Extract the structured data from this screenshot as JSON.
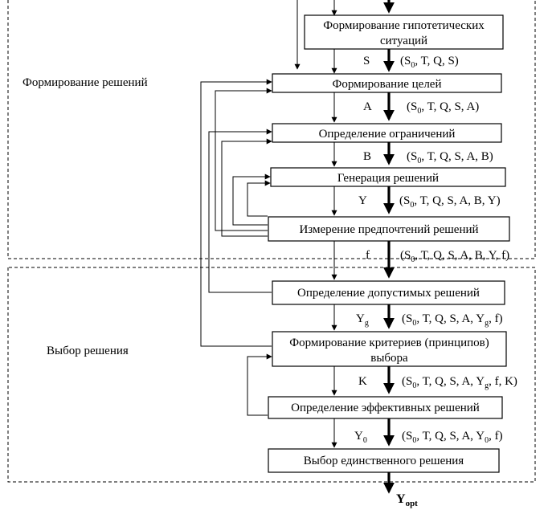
{
  "stages": {
    "formation": "Формирование решений",
    "choice": "Выбор решения"
  },
  "boxes": {
    "hypo": [
      "Формирование гипотетических",
      "ситуаций"
    ],
    "goals": "Формирование целей",
    "limits": "Определение ограничений",
    "gen": "Генерация решений",
    "pref": "Измерение предпочтений решений",
    "admissible": "Определение допустимых решений",
    "criteria": [
      "Формирование критериев (принципов)",
      "выбора"
    ],
    "effective": "Определение эффективных решений",
    "single": "Выбор единственного решения"
  },
  "flows": {
    "s": "S",
    "a": "A",
    "b": "B",
    "y": "Y",
    "f": "f",
    "yg": [
      "Y",
      "g"
    ],
    "k": "K",
    "y0": [
      "Y",
      "0"
    ],
    "yopt": [
      "Y",
      "opt"
    ]
  },
  "tuples": {
    "t1": [
      "(S",
      "0",
      ", T, Q, S)"
    ],
    "t2": [
      "(S",
      "0",
      ", T, Q, S, A)"
    ],
    "t3": [
      "(S",
      "0",
      ", T, Q, S, A, B)"
    ],
    "t4": [
      "(S",
      "0",
      ", T, Q, S, A, B, Y)"
    ],
    "t5": [
      "(S",
      "0",
      ", T, Q, S, A, B, Y, f)"
    ],
    "t6": [
      "(S",
      "0",
      ", T, Q, S, A, Y",
      "g",
      ", f)"
    ],
    "t7": [
      "(S",
      "0",
      ", T, Q, S, A, Y",
      "g",
      ", f, K)"
    ],
    "t8": [
      "(S",
      "0",
      ", T, Q, S, A, Y",
      "0",
      ", f)"
    ]
  }
}
